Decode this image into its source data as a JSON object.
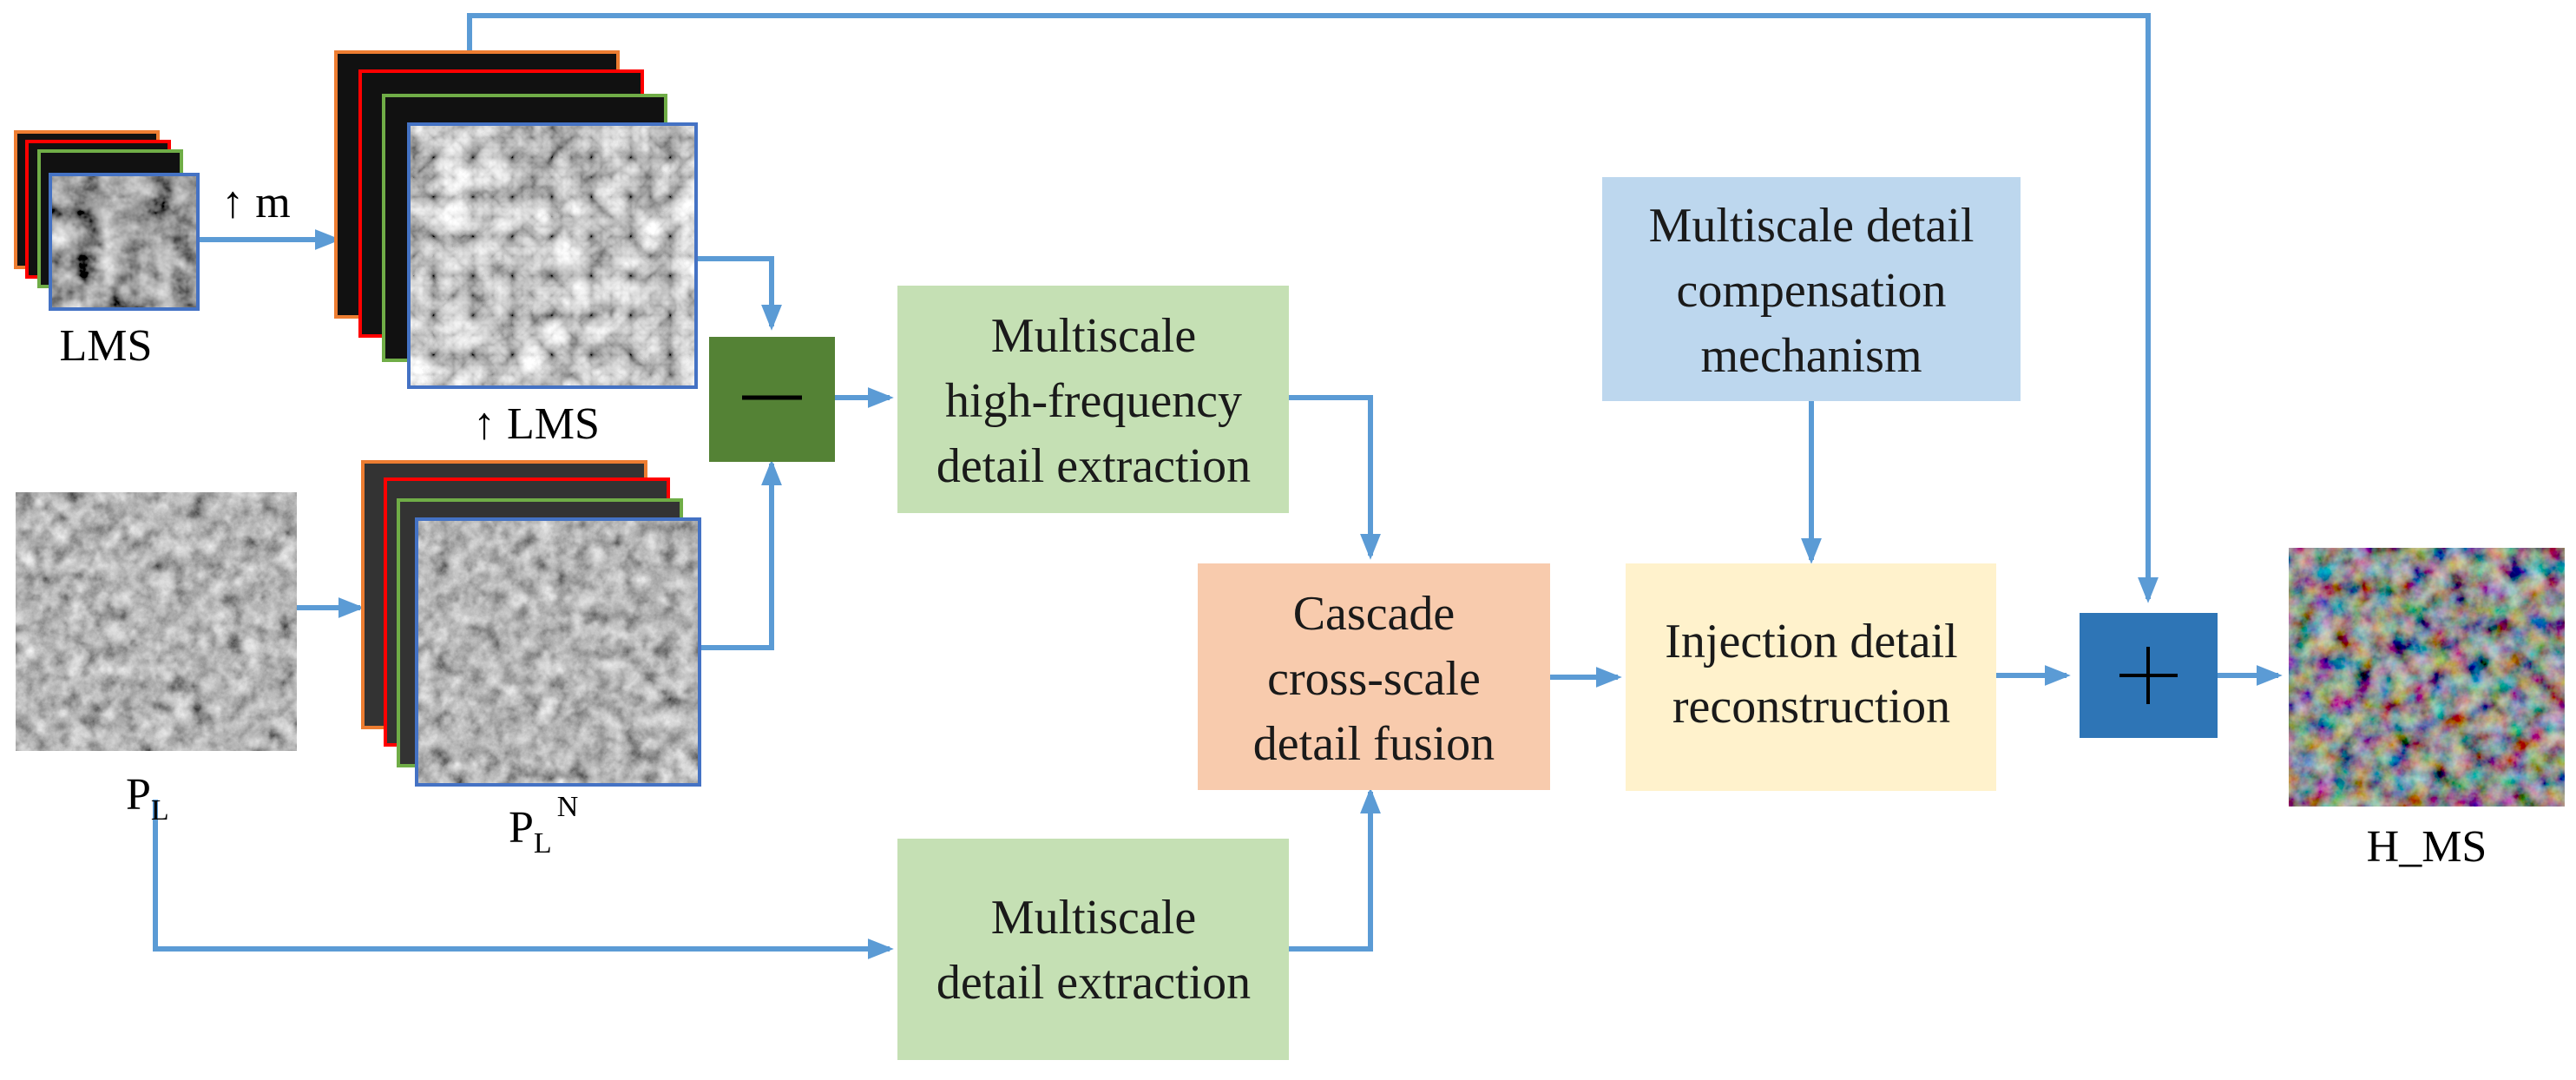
{
  "colors": {
    "arrow": "#5b9bd5",
    "green_box": "#c5e0b4",
    "orange_box": "#f8cbad",
    "blue_box": "#bdd7ee",
    "yellow_box": "#fff2cc",
    "subtract_op": "#548235",
    "add_op": "#2e75b6",
    "frame_orange": "#ed7d31",
    "frame_red": "#ff0000",
    "frame_green": "#70ad47",
    "frame_blue": "#4472c4"
  },
  "labels": {
    "lms": "LMS",
    "upsample": "↑ m",
    "up_lms": "↑ LMS",
    "pl_base": "P",
    "pl_sub": "L",
    "pln_sup": "N",
    "hms": "H_MS"
  },
  "operators": {
    "subtract": "−",
    "add": "+"
  },
  "boxes": {
    "hf_extraction": [
      "Multiscale",
      "high-frequency",
      "detail extraction"
    ],
    "detail_extraction": [
      "Multiscale",
      "detail extraction"
    ],
    "fusion": [
      "Cascade",
      "cross-scale",
      "detail fusion"
    ],
    "compensation": [
      "Multiscale detail",
      "compensation",
      "mechanism"
    ],
    "reconstruction": [
      "Injection detail",
      "reconstruction"
    ]
  },
  "icons": {
    "lms_stack": "multispectral-image-stack-icon",
    "up_lms_stack": "upsampled-image-stack-icon",
    "pl_image": "panchromatic-image-icon",
    "pln_stack": "replicated-pan-stack-icon",
    "hms_image": "fused-color-image-icon"
  }
}
